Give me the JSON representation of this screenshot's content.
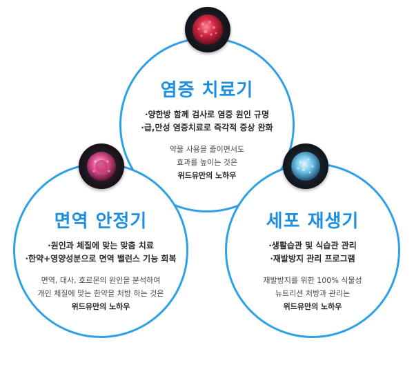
{
  "sections": {
    "top": {
      "title": "염증 치료기",
      "bullets": [
        "·양한방 함께 검사로 염증 원인 규명",
        "·급,만성 염증치료로 즉각적 증상 완화"
      ],
      "desc": [
        "약물 사용을 줄이면서도",
        "효과를 높이는 것은"
      ],
      "strong": "위드유만의 노하우",
      "icon": "red-cell-icon"
    },
    "left": {
      "title": "면역 안정기",
      "bullets": [
        "·원인과 체질에 맞는 맞춤 치료",
        "·한약+영양성분으로 면역 밸런스 기능 회복"
      ],
      "desc": [
        "면역, 대사, 호르몬의 원인을 분석하여",
        "개인 체질에 맞는 한약을 처방 하는 것은"
      ],
      "strong": "위드유만의 노하우",
      "icon": "pink-cell-icon"
    },
    "right": {
      "title": "세포 재생기",
      "bullets": [
        "·생활습관 및 식습관 관리",
        "·재발방지 관리 프로그램"
      ],
      "desc": [
        "재발방지를 위한 100% 식물성",
        "뉴트리션 처방과 관리는"
      ],
      "strong": "위드유만의 노하우",
      "icon": "blue-cell-icon"
    }
  },
  "colors": {
    "ring": "#2ea1e6",
    "title": "#1e8ee0"
  }
}
